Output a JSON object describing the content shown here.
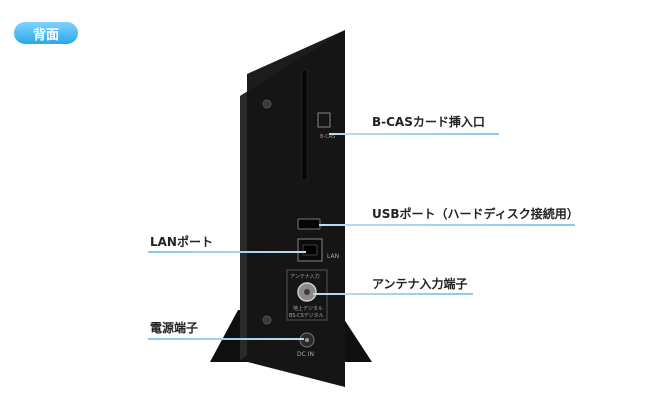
{
  "badge": {
    "label": "背面"
  },
  "labels": {
    "bcas": "B-CASカード挿入口",
    "usb": "USBポート（ハードディスク接続用）",
    "lan": "LANポート",
    "antenna": "アンテナ入力端子",
    "power": "電源端子"
  },
  "device_text": {
    "bcas": "B-CAS",
    "lan": "LAN",
    "antenna_head": "アンテナ入力",
    "antenna_sub1": "地上デジタル",
    "antenna_sub2": "BS·CSデジタル",
    "dcin": "DC IN"
  },
  "colors": {
    "badge": "#2aa8ea",
    "leader": "#8cc7ef",
    "device": "#161616"
  }
}
